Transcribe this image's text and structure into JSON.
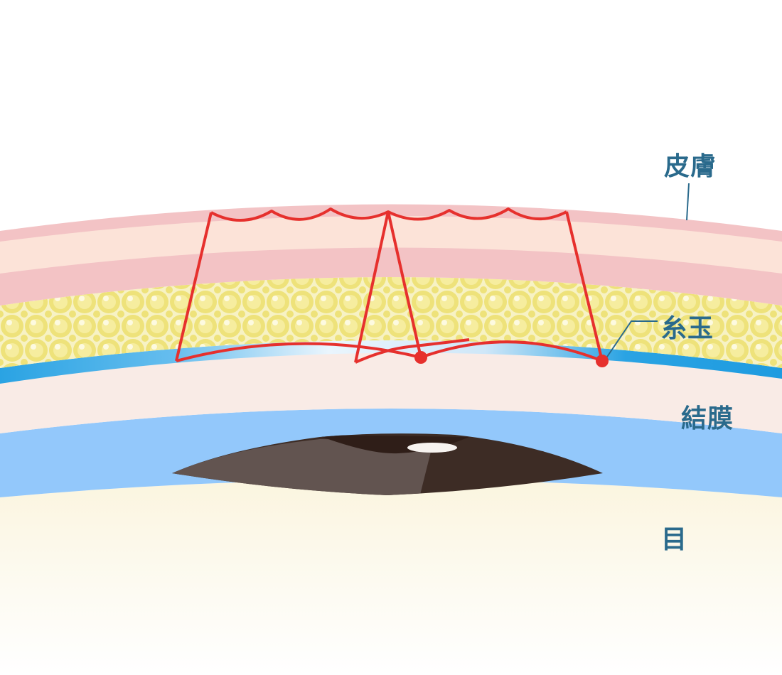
{
  "labels": {
    "skin": "皮膚",
    "knot": "糸玉",
    "conjunctiva": "結膜",
    "eye": "目"
  },
  "colors": {
    "label_text": "#2a6a8c",
    "leader_line": "#2a6a8c",
    "suture": "#e6302d",
    "skin_outer": "#f3c3c5",
    "skin_inner": "#fce3d8",
    "fat_fill": "#f7f2c4",
    "fat_globule": "#eee27a",
    "muscle_band": "#2aa3e3",
    "conjunctiva_fill": "#f9ebe6",
    "eye_band": "#93c8fb",
    "eyeball_fill": "#fbf7e4",
    "iris_dark": "#3d2c25",
    "iris_light": "#625450"
  }
}
